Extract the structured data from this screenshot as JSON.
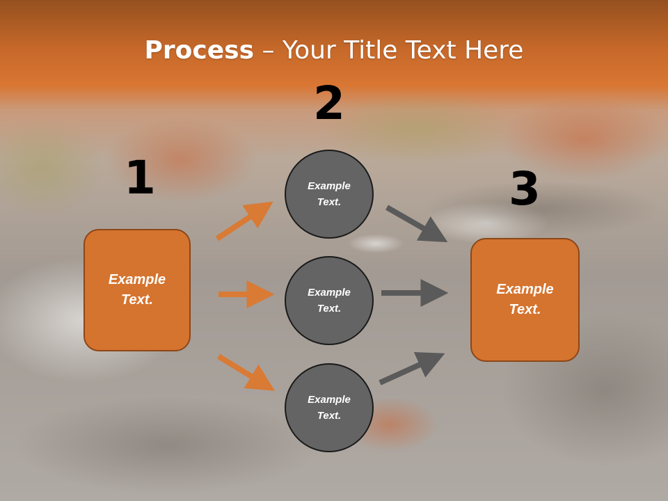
{
  "slide": {
    "title_bold": "Process",
    "title_sep": " – ",
    "title_rest": "Your Title Text Here",
    "colors": {
      "orange": "#d5742f",
      "gray": "#646464",
      "orange_arrow": "#d97a35",
      "gray_arrow": "#5a5a5a"
    }
  },
  "steps": {
    "n1": "1",
    "n2": "2",
    "n3": "3",
    "box1": "Example\nText.",
    "box3": "Example\nText.",
    "circle_top": "Example\nText.",
    "circle_mid": "Example\nText.",
    "circle_bot": "Example\nText."
  }
}
